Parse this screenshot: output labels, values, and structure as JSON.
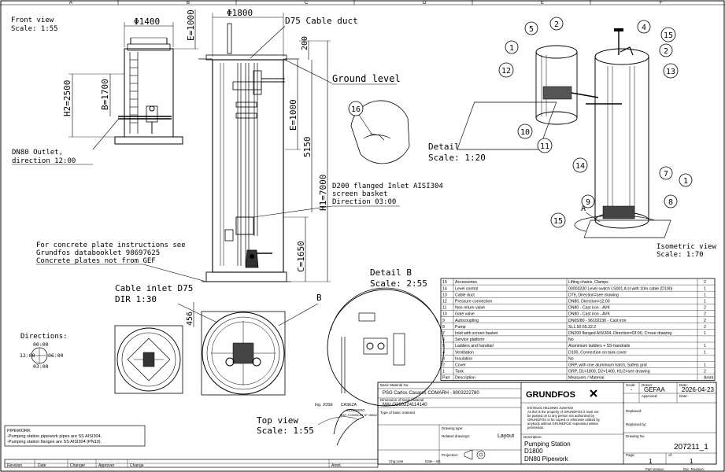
{
  "grid_letters": [
    "A",
    "B",
    "C",
    "D",
    "E",
    "F"
  ],
  "views": {
    "front": {
      "title": "Front view",
      "scale": "Scale:  1:55",
      "dia": "Φ1400",
      "dim_e": "E=1000",
      "dim_b": "B=1700",
      "dim_h2": "H2=2500",
      "outlet_1": "DN80 Outlet,",
      "outlet_2": "direction 12:00"
    },
    "section": {
      "dia": "Φ1800",
      "cable_duct": "D75 Cable duct",
      "dim_200": "200",
      "ground": "Ground level",
      "dim_e": "E=1000",
      "dim_5150": "5150",
      "dim_h1": "H1=7000",
      "dim_c": "C=1650",
      "inlet_1": "D200 flanged Inlet AISI304",
      "inlet_2": "screen basket",
      "inlet_3": "Direction 03:00",
      "concrete_1": "For concrete plate instructions see",
      "concrete_2": "Grundfos databooklet 98697625",
      "concrete_3": "Concrete plates not from GEF"
    },
    "detail_a": {
      "title": "Detail A",
      "scale": "Scale:  1:20",
      "balloon": "16"
    },
    "detail_b": {
      "title": "Detail B",
      "scale": "Scale:  2:55"
    },
    "cable_inlet": {
      "title_1": "Cable inlet D75",
      "title_2": "DIR 1:30",
      "dim": "456",
      "b_marker": "B"
    },
    "directions": {
      "title": "Directions:",
      "n": "00:00",
      "w": "12:00",
      "e": "06:00",
      "s": "03:00"
    },
    "top": {
      "title": "Top view",
      "scale": "Scale:  1:55"
    },
    "iso": {
      "title": "Isometric view",
      "scale": "Scale:  1:70",
      "a_marker": "A",
      "balloons": [
        "5",
        "2",
        "4",
        "15",
        "1",
        "12",
        "2",
        "13",
        "10",
        "11",
        "14",
        "7",
        "1",
        "9",
        "8",
        "15"
      ]
    }
  },
  "parts_table": {
    "header": {
      "part": "Part",
      "desc": "Description",
      "meas": "Measures / Material",
      "amt": "Amnt."
    },
    "rows": [
      {
        "part": "15",
        "desc": "Accessories",
        "meas": "Lifting chains, Clamps",
        "amt": "2"
      },
      {
        "part": "14",
        "desc": "Level control",
        "meas": "00003230 Level switch LS001 A st with 10m cable (D100)",
        "amt": "1"
      },
      {
        "part": "13",
        "desc": "Cable duct",
        "meas": "D75, Direction=see drawing",
        "amt": "1"
      },
      {
        "part": "12",
        "desc": "Pressure connection",
        "meas": "DN80, Direction=12:00",
        "amt": "1"
      },
      {
        "part": "11",
        "desc": "Non return valve",
        "meas": "DN80 - Cast iron - AVK",
        "amt": "2"
      },
      {
        "part": "10",
        "desc": "Gate valve",
        "meas": "DN80 - Cast iron - AVK",
        "amt": "2"
      },
      {
        "part": "9",
        "desc": "Autocoupling",
        "meas": "DN65/80 - 96102236 - Cast iron",
        "amt": "2"
      },
      {
        "part": "8",
        "desc": "Pump",
        "meas": "SL1.50.65.22.2",
        "amt": "2"
      },
      {
        "part": "7",
        "desc": "Inlet with screen basket",
        "meas": "DN200 flanged AISI304, Direction=03:00, C=see drawing",
        "amt": "1"
      },
      {
        "part": "6",
        "desc": "Service platform",
        "meas": "No",
        "amt": ""
      },
      {
        "part": "5",
        "desc": "Ladders and handrail",
        "meas": "Aluminium ladders + SS-handrails",
        "amt": "1"
      },
      {
        "part": "4",
        "desc": "Ventilation",
        "meas": "D100, Connection on tank cover",
        "amt": "1"
      },
      {
        "part": "3",
        "desc": "Insulation",
        "meas": "No",
        "amt": ""
      },
      {
        "part": "2",
        "desc": "Cover",
        "meas": "GRP, with one aluminium hatch, Safety grid",
        "amt": "1"
      },
      {
        "part": "1",
        "desc": "Tank",
        "meas": "GRP, D1=1800, D2=1400, H1/2=see drawing",
        "amt": "2"
      }
    ]
  },
  "title_block": {
    "basic_material_label": "Basic Material No:",
    "basic_material": "PSG Carlos Casares COMARH - 8003222780",
    "dim_material_label": "Dimension of basic material",
    "dim_material": "MALO260224114140",
    "type_label": "Type of basic material",
    "drawing_type_label": "Drawing type:",
    "related_label": "Related drawings:",
    "drawing_type": "Layout",
    "projection_label": "Projection:",
    "scale_label": "Scale:",
    "scale": "-",
    "drawn_label": "Drawn:",
    "drawn": "GEFAA",
    "date_label": "Date:",
    "date": "2026-04-23",
    "approved_label": "Approved:",
    "approved_date_label": "Date:",
    "replaced_label": "Replaced:",
    "replaced_by_label": "Replaced by:",
    "description_label": "Description:",
    "description_1": "Pumping Station",
    "description_2": "D1800",
    "description_3": "DN80 Pipework",
    "drawing_no_label": "Drawing No.",
    "drawing_no": "207211_1",
    "page_label": "Page:",
    "page": "1",
    "of_label": "of:",
    "of": "1",
    "part_version_label": "Part Version:",
    "doc_revision_label": "Doc. Revision:",
    "brand": "GRUNDFOS",
    "notice_1": "EN-00101 HELSINKI JUMANO",
    "notice_2": "As this is the property of GRUNDFOS it must not",
    "notice_3": "be passed on to any person not authorized by",
    "notice_4": "GRUNDFOS or be copied or otherwise utilized by",
    "notice_5": "anybody without GRUNDFOS' expressed written",
    "notice_6": "permission.",
    "chg_note_label": "Chg.note",
    "date_init_label": "Date - Init"
  },
  "stamp": {
    "line1": "Ing. JOSE",
    "line2": "CASEZA",
    "line3": "INGENIERO",
    "line4": "MAT. CONSEJO Nº 15862"
  },
  "pipework": {
    "title": "PIPEWORK",
    "line1": "-Pumping station pipework pipes are SS AISI304.",
    "line2": "-Pumping station flanges are SS AISI304 (PN10)."
  },
  "revision_bar": {
    "revision": "Revision",
    "date": "Date",
    "changer": "Changer",
    "approver": "Approver",
    "change": "Change",
    "amnt": "Amnt."
  }
}
